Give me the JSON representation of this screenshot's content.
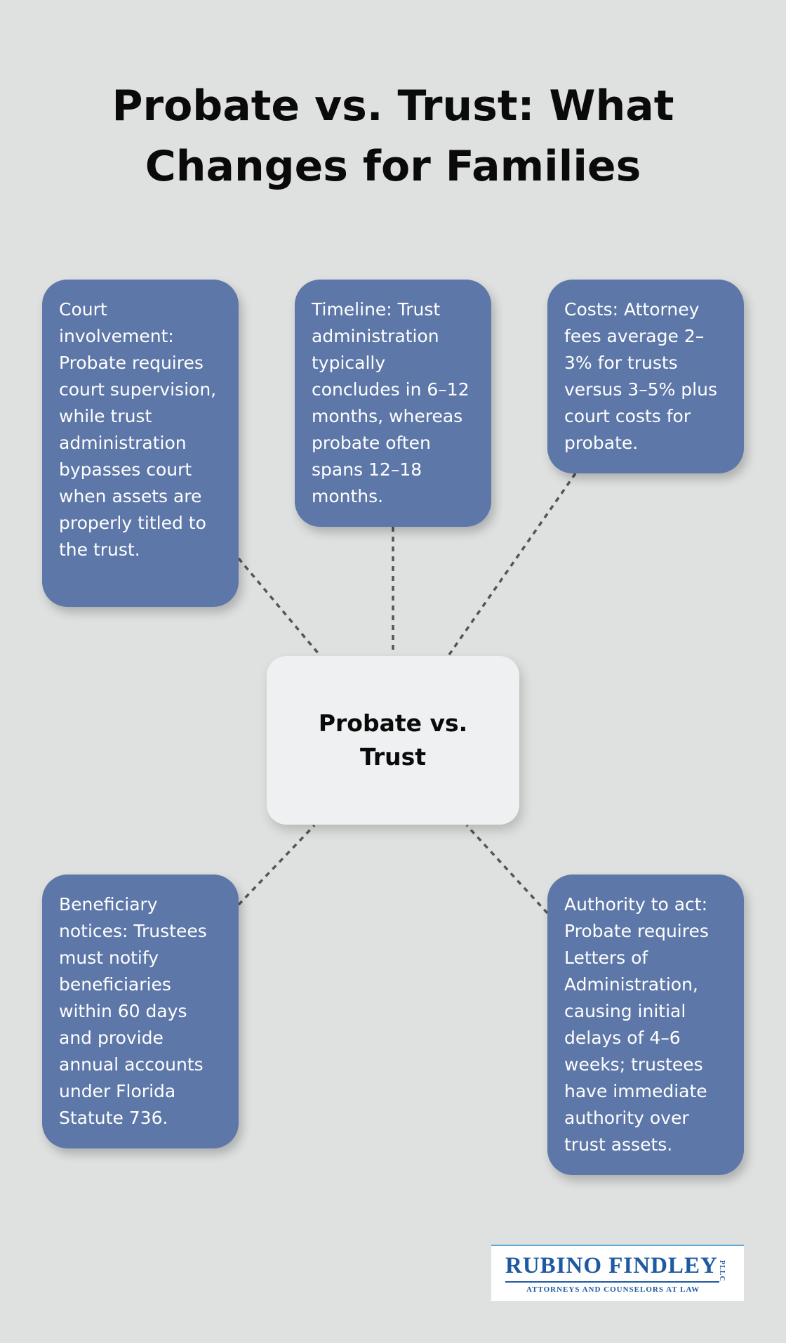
{
  "title": "Probate vs. Trust: What Changes for Families",
  "center_label": "Probate vs. Trust",
  "nodes": {
    "court": "Court involvement: Probate requires court supervision, while trust administration bypasses court when assets are properly titled to the trust.",
    "timeline": "Timeline: Trust administration typically concludes in 6–12 months, whereas probate often spans 12–18 months.",
    "costs": "Costs: Attorney fees average 2–3% for trusts versus 3–5% plus court costs for probate.",
    "beneficiary": "Beneficiary notices: Trustees must notify beneficiaries within 60 days and provide annual accounts under Florida Statute 736.",
    "authority": "Authority to act: Probate requires Letters of Administration, causing initial delays of 4–6 weeks; trustees have immediate authority over trust assets."
  },
  "logo": {
    "name": "RUBINO FINDLEY",
    "suffix": "PLLC",
    "tagline": "ATTORNEYS AND COUNSELORS AT LAW"
  },
  "colors": {
    "background": "#dfe1e0",
    "node_fill": "#5d77a8",
    "center_fill": "#eef0f1",
    "connector": "#555555",
    "logo_blue": "#1e5aa0"
  }
}
